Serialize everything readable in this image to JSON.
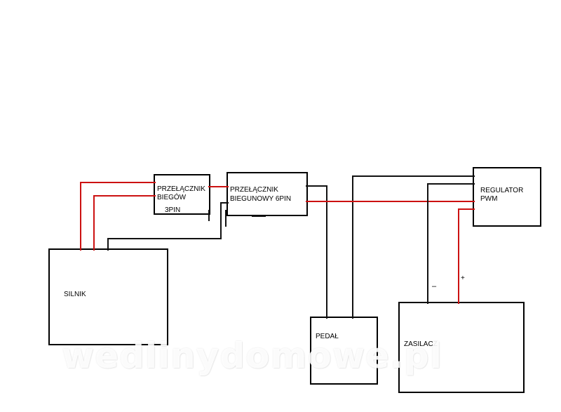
{
  "colors": {
    "wire_black": "#111111",
    "wire_red": "#cc1111",
    "box_border": "#000000"
  },
  "components": {
    "silnik": {
      "label": "SILNIK"
    },
    "przelacznik_biegow": {
      "line1": "PRZEŁĄCZNIK",
      "line2": "BIEGÓW",
      "line3": "3PIN"
    },
    "przelacznik_biegunowy": {
      "line1": "PRZEŁĄCZNIK",
      "line2": "BIEGUNOWY 6PIN"
    },
    "regulator": {
      "line1": "REGULATOR",
      "line2": "PWM"
    },
    "pedal": {
      "label": "PEDAŁ"
    },
    "zasilacz": {
      "label": "ZASILACZ"
    }
  },
  "polarity": {
    "minus": "–",
    "plus": "+"
  },
  "watermark": "wedlinydomowe.pl"
}
